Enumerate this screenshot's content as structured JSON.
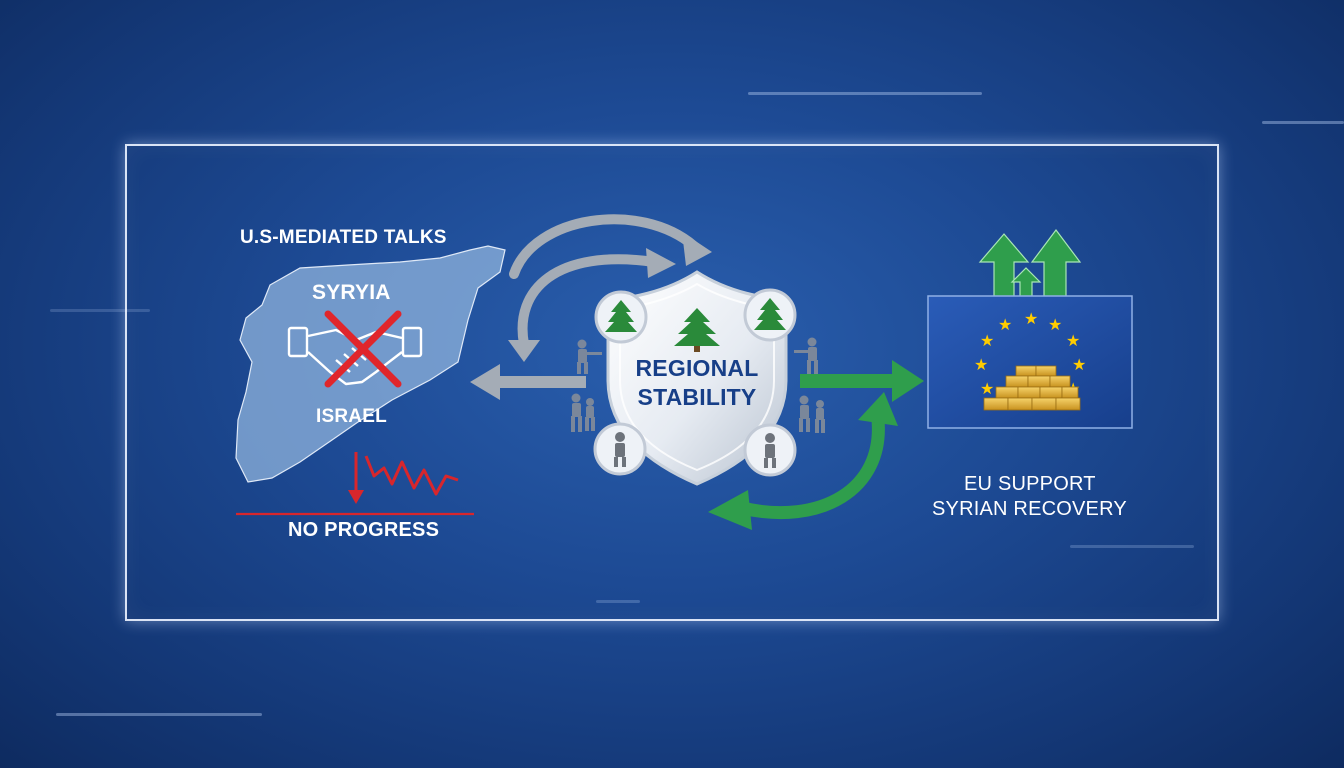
{
  "colors": {
    "background": "#1d4a94",
    "frame": "#ebf2ff",
    "map_fill": "#7fa8d6",
    "cross_red": "#e0262b",
    "decline_red": "#d8262c",
    "grey_arrow": "#9aa3ad",
    "green_arrow": "#2f9e4c",
    "eu_blue": "#1f4fa8",
    "eu_star": "#ffcc00",
    "gold": "#e5b53a",
    "shield_text": "#173f88",
    "cedar_green": "#2a8a3a"
  },
  "labels": {
    "talks": "U.S-MEDIATED TALKS",
    "syria": "SYRYIA",
    "israel": "ISRAEL",
    "no_progress": "NO PROGRESS",
    "regional_line1": "REGIONAL",
    "regional_line2": "STABILITY",
    "eu_line1": "EU SUPPORT",
    "eu_line2": "SYRIAN RECOVERY"
  },
  "icons": {
    "handshake": "handshake-icon",
    "cross": "red-x-icon",
    "decline": "declining-chart-icon",
    "shield": "shield-icon",
    "cedar": "cedar-tree-icon",
    "soldier": "soldier-icon",
    "eu_flag": "eu-flag-icon",
    "gold_bars": "gold-bars-icon",
    "growth_arrows": "up-arrows-icon",
    "cycle_arrows": "cycle-arrows-icon"
  }
}
